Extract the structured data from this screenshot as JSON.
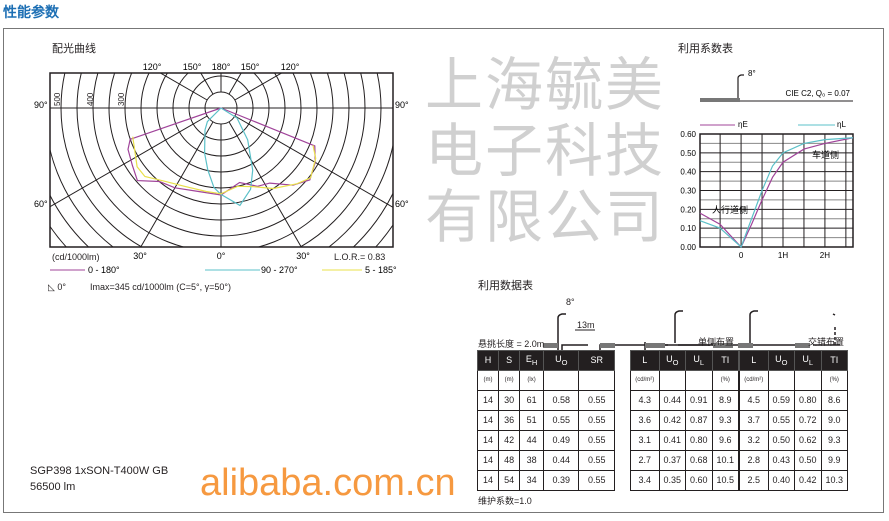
{
  "title": "性能参数",
  "product": {
    "model": "SGP398 1xSON-T400W GB",
    "flux": "56500 lm"
  },
  "watermark": "上海毓美电子科技有限公司",
  "watermark2": "alibaba.com.cn",
  "chart_data": [
    {
      "type": "polar",
      "title": "配光曲线",
      "unit": "(cd/1000lm)",
      "lor": "L.O.R.= 0.83",
      "ring_labels": [
        "500",
        "400",
        "300"
      ],
      "top_labels": [
        "120°",
        "150°",
        "180°",
        "150°",
        "120°"
      ],
      "side_labels": {
        "top_left": "90°",
        "top_right": "90°",
        "mid_left": "60°",
        "mid_right": "60°"
      },
      "bottom_labels": [
        "30°",
        "0°",
        "30°"
      ],
      "imax": "Imax=345 cd/1000lm (C=5°, γ=50°)",
      "tilt": "0°",
      "series": [
        {
          "name": "0 - 180°",
          "color": "#a0449a",
          "points": [
            [
              -90,
              0
            ],
            [
              -71,
              300
            ],
            [
              -66,
              318
            ],
            [
              -57,
              330
            ],
            [
              -49,
              346
            ],
            [
              -40,
              300
            ],
            [
              -30,
              288
            ],
            [
              -15,
              270
            ],
            [
              0,
              272
            ],
            [
              14,
              240
            ],
            [
              25,
              270
            ],
            [
              33,
              280
            ],
            [
              43,
              330
            ],
            [
              51,
              357
            ],
            [
              60,
              340
            ],
            [
              68,
              316
            ],
            [
              90,
              0
            ]
          ]
        },
        {
          "name": "90 - 270°",
          "color": "#5bc0c8",
          "points": [
            [
              -90,
              0
            ],
            [
              -45,
              60
            ],
            [
              -36,
              85
            ],
            [
              -20,
              150
            ],
            [
              -12,
              198
            ],
            [
              -5,
              250
            ],
            [
              0,
              270
            ],
            [
              11,
              310
            ],
            [
              20,
              270
            ],
            [
              27,
              218
            ],
            [
              40,
              130
            ],
            [
              58,
              59
            ],
            [
              90,
              0
            ]
          ]
        },
        {
          "name": "5 - 185°",
          "color": "#e8e04a",
          "points": [
            [
              -72,
              290
            ],
            [
              -64,
              300
            ],
            [
              -55,
              320
            ],
            [
              -48,
              320
            ],
            [
              -38,
              290
            ],
            [
              -25,
              270
            ],
            [
              -10,
              265
            ],
            [
              0,
              268
            ],
            [
              12,
              250
            ],
            [
              22,
              265
            ],
            [
              33,
              300
            ],
            [
              45,
              335
            ],
            [
              52,
              355
            ],
            [
              62,
              335
            ],
            [
              68,
              310
            ]
          ]
        }
      ]
    },
    {
      "type": "line",
      "title": "利用系数表",
      "cie": "CIE C2, Q₀ = 0.07",
      "tilt": "8°",
      "x_ticks": [
        "0",
        "1H",
        "2H"
      ],
      "xlim": [
        -0.98,
        2.67
      ],
      "y_ticks": [
        "0.00",
        "0.10",
        "0.20",
        "0.30",
        "0.40",
        "0.50",
        "0.60"
      ],
      "ylim": [
        0,
        0.6
      ],
      "annotations": {
        "sidewalk": "人行道侧",
        "road": "车道侧"
      },
      "series": [
        {
          "name": "ηE",
          "color": "#a0449a",
          "x": [
            -0.98,
            -0.5,
            0,
            0.25,
            0.5,
            0.75,
            1,
            1.5,
            2,
            2.67
          ],
          "y": [
            0.18,
            0.12,
            0,
            0.12,
            0.25,
            0.37,
            0.45,
            0.52,
            0.55,
            0.58
          ]
        },
        {
          "name": "ηL",
          "color": "#5bc0c8",
          "x": [
            -0.98,
            -0.5,
            0,
            0.25,
            0.5,
            0.75,
            1,
            1.5,
            2,
            2.67
          ],
          "y": [
            0.14,
            0.1,
            0,
            0.15,
            0.3,
            0.43,
            0.5,
            0.55,
            0.57,
            0.58
          ]
        }
      ]
    }
  ],
  "data_tables": {
    "title": "利用数据表",
    "tilt": "8°",
    "spacing": "13m",
    "overhang": "悬挑长度 = 2.0m",
    "single": "单侧布置",
    "staggered": "交错布置",
    "maintenance": "维护系数=1.0",
    "left": {
      "headers": [
        "H",
        "S",
        "E<sub>H</sub>",
        "U<sub>O</sub>",
        "SR"
      ],
      "units": [
        "(m)",
        "(m)",
        "(lx)",
        "",
        ""
      ],
      "rows": [
        [
          "14",
          "30",
          "61",
          "0.58",
          "0.55"
        ],
        [
          "14",
          "36",
          "51",
          "0.55",
          "0.55"
        ],
        [
          "14",
          "42",
          "44",
          "0.49",
          "0.55"
        ],
        [
          "14",
          "48",
          "38",
          "0.44",
          "0.55"
        ],
        [
          "14",
          "54",
          "34",
          "0.39",
          "0.55"
        ]
      ]
    },
    "single_table": {
      "headers": [
        "L",
        "U<sub>O</sub>",
        "U<sub>L</sub>",
        "TI"
      ],
      "units": [
        "(cd/m²)",
        "",
        "",
        "(%)"
      ],
      "rows": [
        [
          "4.3",
          "0.44",
          "0.91",
          "8.9"
        ],
        [
          "3.6",
          "0.42",
          "0.87",
          "9.3"
        ],
        [
          "3.1",
          "0.41",
          "0.80",
          "9.6"
        ],
        [
          "2.7",
          "0.37",
          "0.68",
          "10.1"
        ],
        [
          "3.4",
          "0.35",
          "0.60",
          "10.5"
        ]
      ]
    },
    "staggered_table": {
      "headers": [
        "L",
        "U<sub>O</sub>",
        "U<sub>L</sub>",
        "TI"
      ],
      "units": [
        "(cd/m²)",
        "",
        "",
        "(%)"
      ],
      "rows": [
        [
          "4.5",
          "0.59",
          "0.80",
          "8.6"
        ],
        [
          "3.7",
          "0.55",
          "0.72",
          "9.0"
        ],
        [
          "3.2",
          "0.50",
          "0.62",
          "9.3"
        ],
        [
          "2.8",
          "0.43",
          "0.50",
          "9.9"
        ],
        [
          "2.5",
          "0.40",
          "0.42",
          "10.3"
        ]
      ]
    }
  }
}
